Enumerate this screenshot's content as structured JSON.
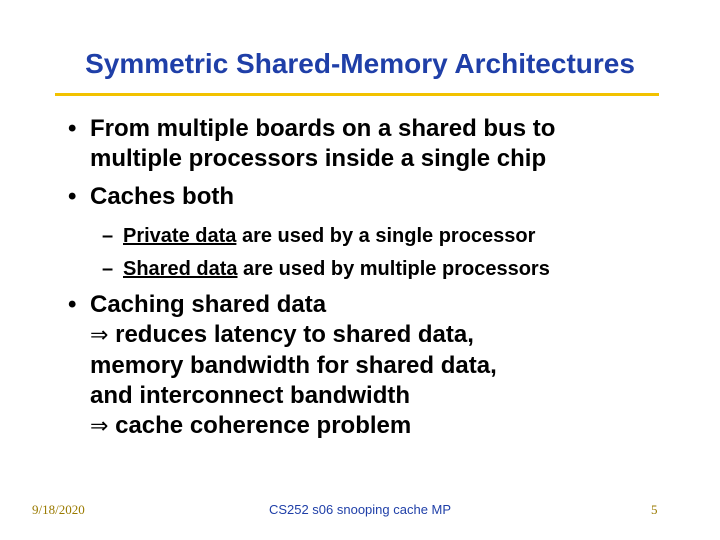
{
  "slide": {
    "title": "Symmetric Shared-Memory Architectures",
    "bullets": [
      {
        "marker": "•",
        "lines": [
          "From multiple boards on a shared bus to",
          "multiple processors inside a single chip"
        ]
      },
      {
        "marker": "•",
        "lines": [
          "Caches both"
        ],
        "sub": [
          {
            "marker": "–",
            "term": "Private data",
            "rest": " are used by a single processor"
          },
          {
            "marker": "–",
            "term": "Shared data",
            "rest": " are used by multiple processors"
          }
        ]
      },
      {
        "marker": "•",
        "lines": [
          "Caching shared data"
        ],
        "cont": [
          {
            "arrow": "⇒",
            "text": " reduces latency to shared data,"
          },
          {
            "arrow": "",
            "text": "memory bandwidth for shared data,"
          },
          {
            "arrow": "",
            "text": "and interconnect bandwidth"
          },
          {
            "arrow": "⇒",
            "text": " cache coherence problem"
          }
        ]
      }
    ]
  },
  "footer": {
    "date": "9/18/2020",
    "course": "CS252 s06 snooping cache MP",
    "page": "5"
  },
  "colors": {
    "title": "#1f3fa8",
    "rule": "#f2c200",
    "footer_date": "#9a7a00"
  }
}
